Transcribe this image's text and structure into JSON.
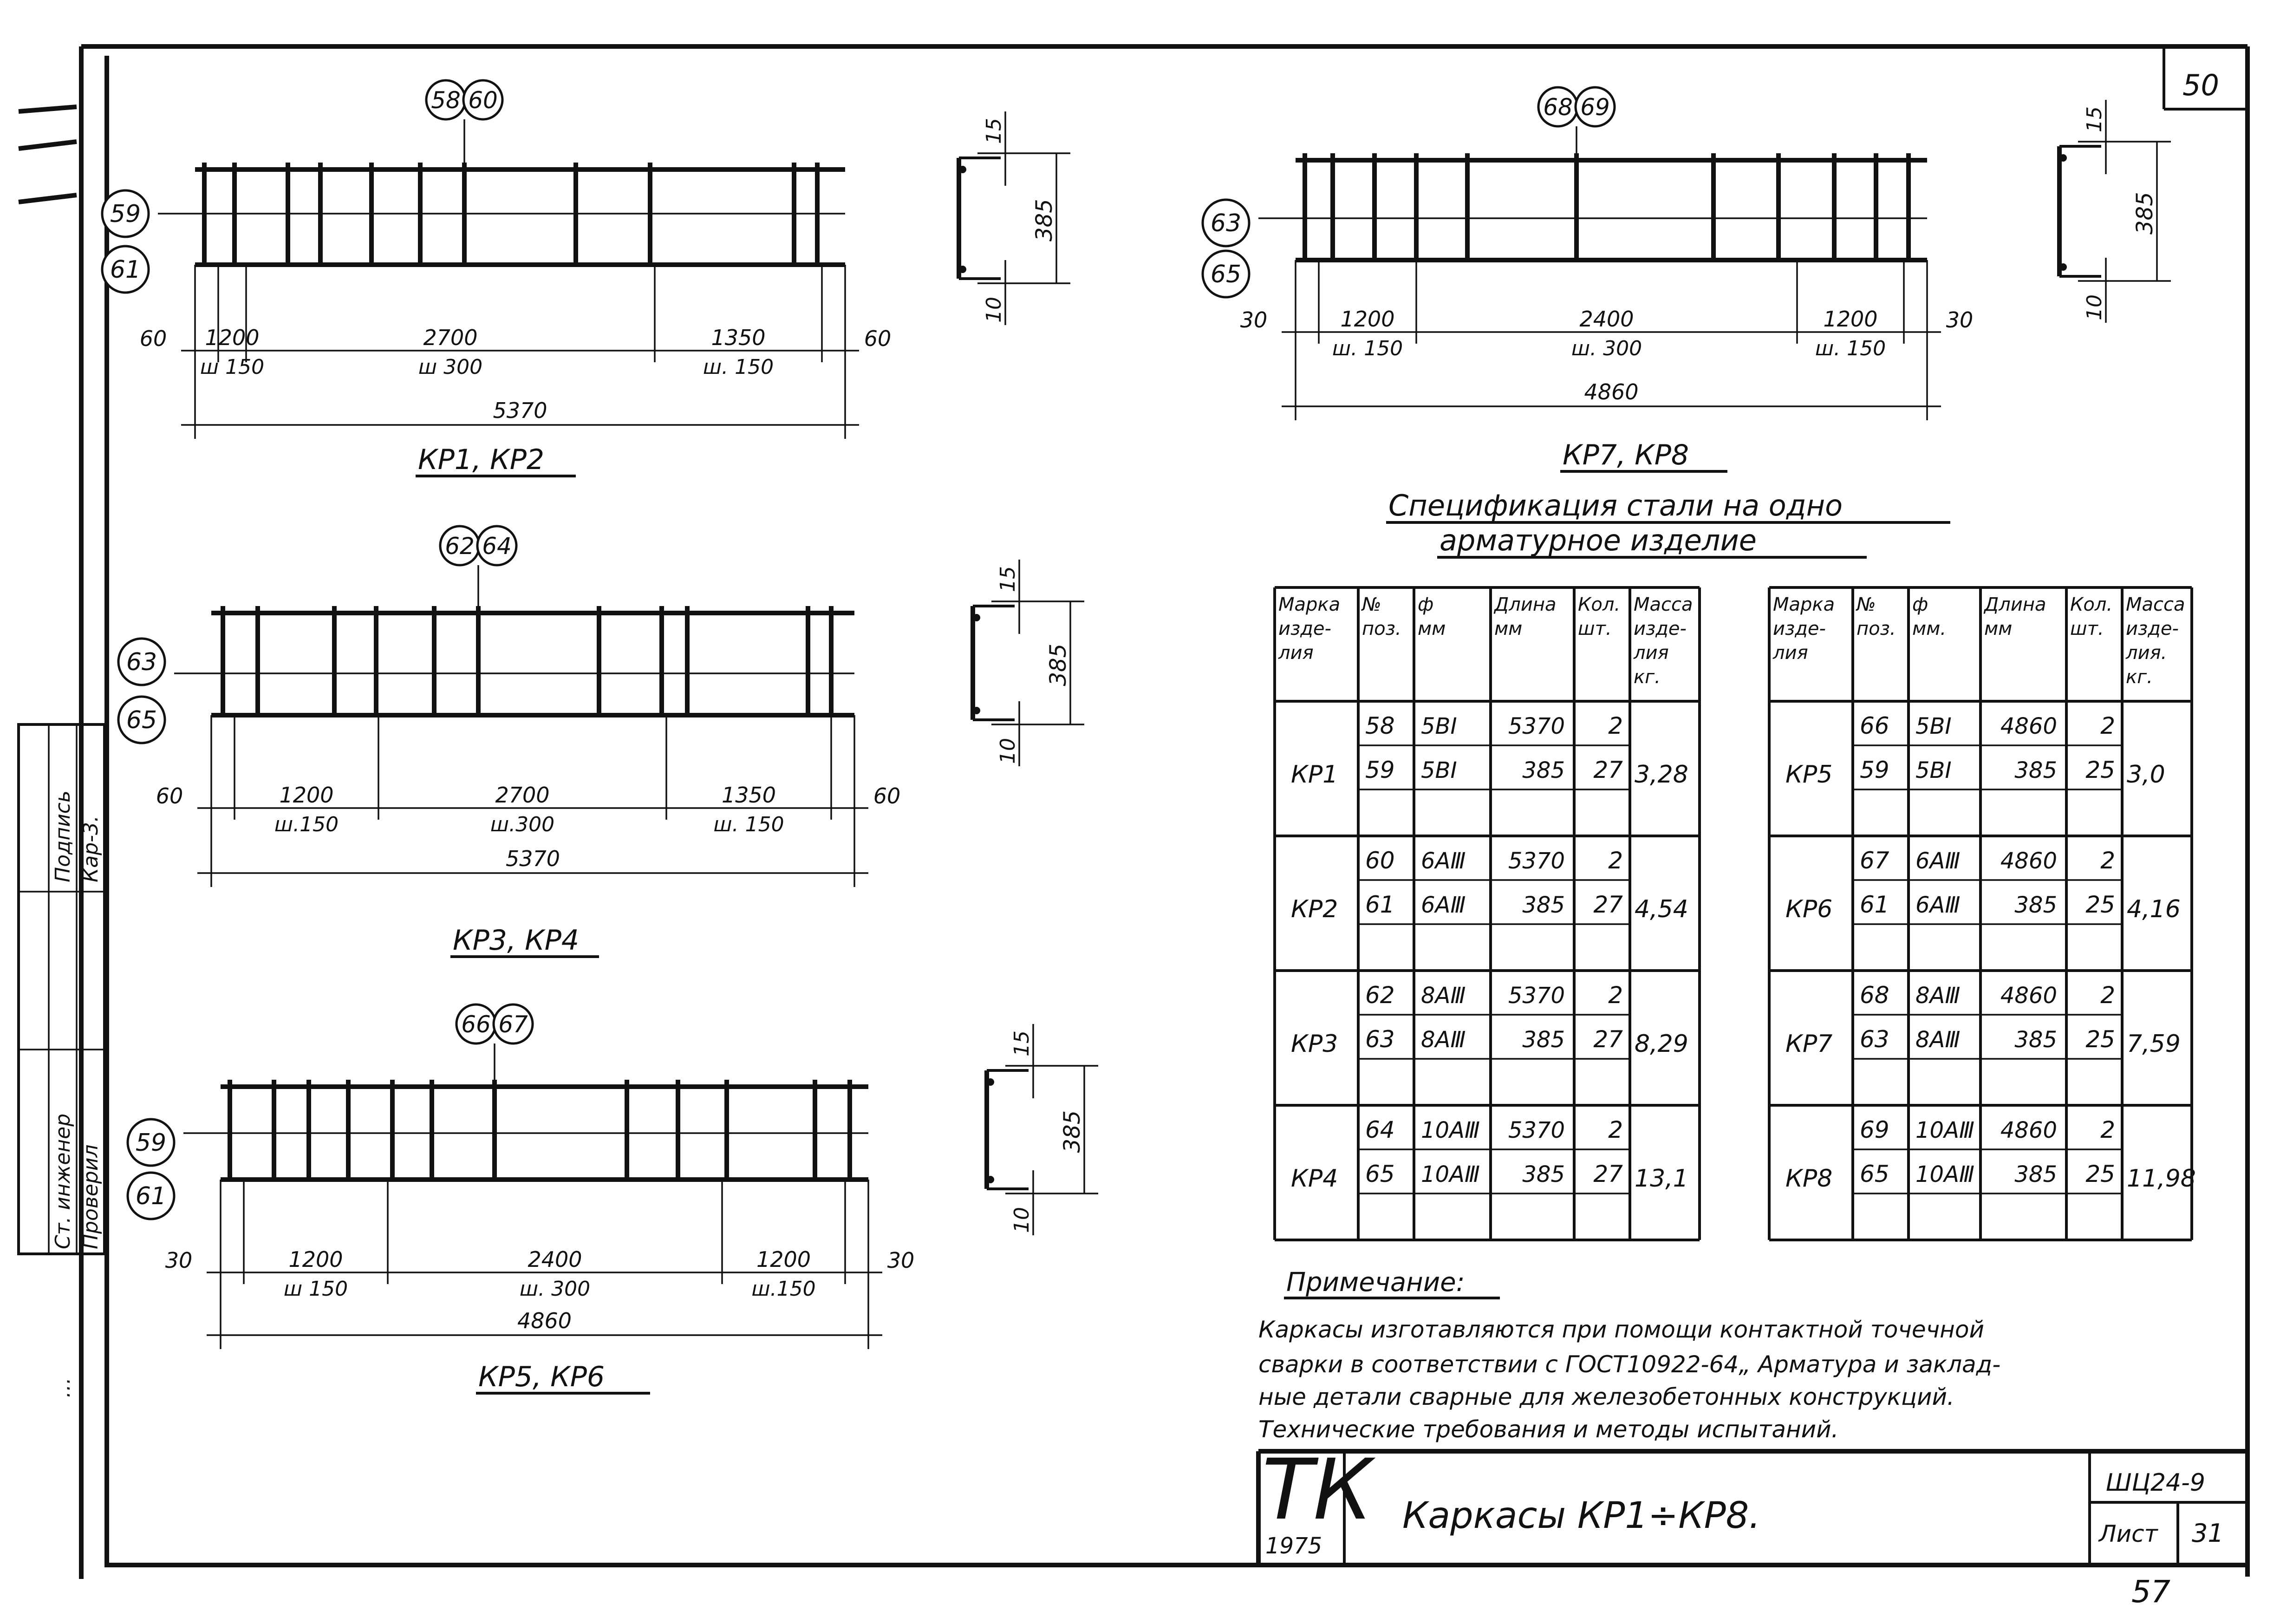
{
  "sheet_number_top": "50",
  "page_number_bottom": "57",
  "frames": [
    {
      "id": "kr1-kr2",
      "title": "КР1, КР2",
      "top_bubbles": [
        "58",
        "60"
      ],
      "left_bubbles": [
        "59",
        "61"
      ],
      "section": {
        "top": "15",
        "height": "385",
        "bottom": "10"
      },
      "dims": {
        "end_left": "60",
        "end_right": "60",
        "seg1": "1200",
        "seg1_sub": "ш 150",
        "seg2": "2700",
        "seg2_sub": "ш 300",
        "seg3": "1350",
        "seg3_sub": "ш. 150",
        "total": "5370"
      }
    },
    {
      "id": "kr3-kr4",
      "title": "КР3, КР4",
      "top_bubbles": [
        "62",
        "64"
      ],
      "left_bubbles": [
        "63",
        "65"
      ],
      "section": {
        "top": "15",
        "height": "385",
        "bottom": "10"
      },
      "dims": {
        "end_left": "60",
        "end_right": "60",
        "seg1": "1200",
        "seg1_sub": "ш.150",
        "seg2": "2700",
        "seg2_sub": "ш.300",
        "seg3": "1350",
        "seg3_sub": "ш. 150",
        "total": "5370"
      }
    },
    {
      "id": "kr5-kr6",
      "title": "КР5, КР6",
      "top_bubbles": [
        "66",
        "67"
      ],
      "left_bubbles": [
        "59",
        "61"
      ],
      "section": {
        "top": "15",
        "height": "385",
        "bottom": "10"
      },
      "dims": {
        "end_left": "30",
        "end_right": "30",
        "seg1": "1200",
        "seg1_sub": "ш 150",
        "seg2": "2400",
        "seg2_sub": "ш. 300",
        "seg3": "1200",
        "seg3_sub": "ш.150",
        "total": "4860"
      }
    },
    {
      "id": "kr7-kr8",
      "title": "КР7, КР8",
      "top_bubbles": [
        "68",
        "69"
      ],
      "left_bubbles": [
        "63",
        "65"
      ],
      "section": {
        "top": "15",
        "height": "385",
        "bottom": "10"
      },
      "dims": {
        "end_left": "30",
        "end_right": "30",
        "seg1": "1200",
        "seg1_sub": "ш. 150",
        "seg2": "2400",
        "seg2_sub": "ш. 300",
        "seg3": "1200",
        "seg3_sub": "ш. 150",
        "total": "4860"
      }
    }
  ],
  "spec": {
    "title_line1": "Спецификация стали на одно",
    "title_line2": "арматурное изделие",
    "headers": {
      "mark": [
        "Марка",
        "изде-",
        "лия"
      ],
      "pos": [
        "№",
        "поз."
      ],
      "dia": [
        "ф",
        "мм"
      ],
      "len": [
        "Длина",
        "мм"
      ],
      "qty": [
        "Кол.",
        "шт."
      ],
      "mass": [
        "Масса",
        "изде-",
        "лия",
        "кг."
      ]
    },
    "headers_right": {
      "mark": [
        "Марка",
        "изде-",
        "лия"
      ],
      "pos": [
        "№",
        "поз."
      ],
      "dia": [
        "ф",
        "мм."
      ],
      "len": [
        "Длина",
        "мм"
      ],
      "qty": [
        "Кол.",
        "шт."
      ],
      "mass": [
        "Масса",
        "изде-",
        "лия.",
        "кг."
      ]
    },
    "left": [
      {
        "mark": "КР1",
        "mass": "3,28",
        "rows": [
          {
            "pos": "58",
            "dia": "5ВⅠ",
            "len": "5370",
            "qty": "2"
          },
          {
            "pos": "59",
            "dia": "5ВⅠ",
            "len": "385",
            "qty": "27"
          }
        ]
      },
      {
        "mark": "КР2",
        "mass": "4,54",
        "rows": [
          {
            "pos": "60",
            "dia": "6АⅢ",
            "len": "5370",
            "qty": "2"
          },
          {
            "pos": "61",
            "dia": "6АⅢ",
            "len": "385",
            "qty": "27"
          }
        ]
      },
      {
        "mark": "КР3",
        "mass": "8,29",
        "rows": [
          {
            "pos": "62",
            "dia": "8АⅢ",
            "len": "5370",
            "qty": "2"
          },
          {
            "pos": "63",
            "dia": "8АⅢ",
            "len": "385",
            "qty": "27"
          }
        ]
      },
      {
        "mark": "КР4",
        "mass": "13,1",
        "rows": [
          {
            "pos": "64",
            "dia": "10АⅢ",
            "len": "5370",
            "qty": "2"
          },
          {
            "pos": "65",
            "dia": "10АⅢ",
            "len": "385",
            "qty": "27"
          }
        ]
      }
    ],
    "right": [
      {
        "mark": "КР5",
        "mass": "3,0",
        "rows": [
          {
            "pos": "66",
            "dia": "5ВⅠ",
            "len": "4860",
            "qty": "2"
          },
          {
            "pos": "59",
            "dia": "5ВⅠ",
            "len": "385",
            "qty": "25"
          }
        ]
      },
      {
        "mark": "КР6",
        "mass": "4,16",
        "rows": [
          {
            "pos": "67",
            "dia": "6АⅢ",
            "len": "4860",
            "qty": "2"
          },
          {
            "pos": "61",
            "dia": "6АⅢ",
            "len": "385",
            "qty": "25"
          }
        ]
      },
      {
        "mark": "КР7",
        "mass": "7,59",
        "rows": [
          {
            "pos": "68",
            "dia": "8АⅢ",
            "len": "4860",
            "qty": "2"
          },
          {
            "pos": "63",
            "dia": "8АⅢ",
            "len": "385",
            "qty": "25"
          }
        ]
      },
      {
        "mark": "КР8",
        "mass": "11,98",
        "rows": [
          {
            "pos": "69",
            "dia": "10АⅢ",
            "len": "4860",
            "qty": "2"
          },
          {
            "pos": "65",
            "dia": "10АⅢ",
            "len": "385",
            "qty": "25"
          }
        ]
      }
    ]
  },
  "note": {
    "heading": "Примечание:",
    "lines": [
      "Каркасы изготавляются при помощи контактной точечной",
      "сварки в соответствии с ГОСТ10922-64„ Арматура и заклад-",
      "ные детали сварные для железобетонных конструкций.",
      "Технические требования и методы испытаний."
    ]
  },
  "title_block": {
    "logo": "ТК",
    "year": "1975",
    "name": "Каркасы КР1÷КР8.",
    "code": "ШЦ24-9",
    "sheet_label": "Лист",
    "sheet_no": "31"
  },
  "side_stamp": {
    "roles": [
      "Ст. инженер",
      "Проверил"
    ],
    "cols": [
      "Подпись",
      "Кар-3."
    ],
    "misc": "…"
  }
}
